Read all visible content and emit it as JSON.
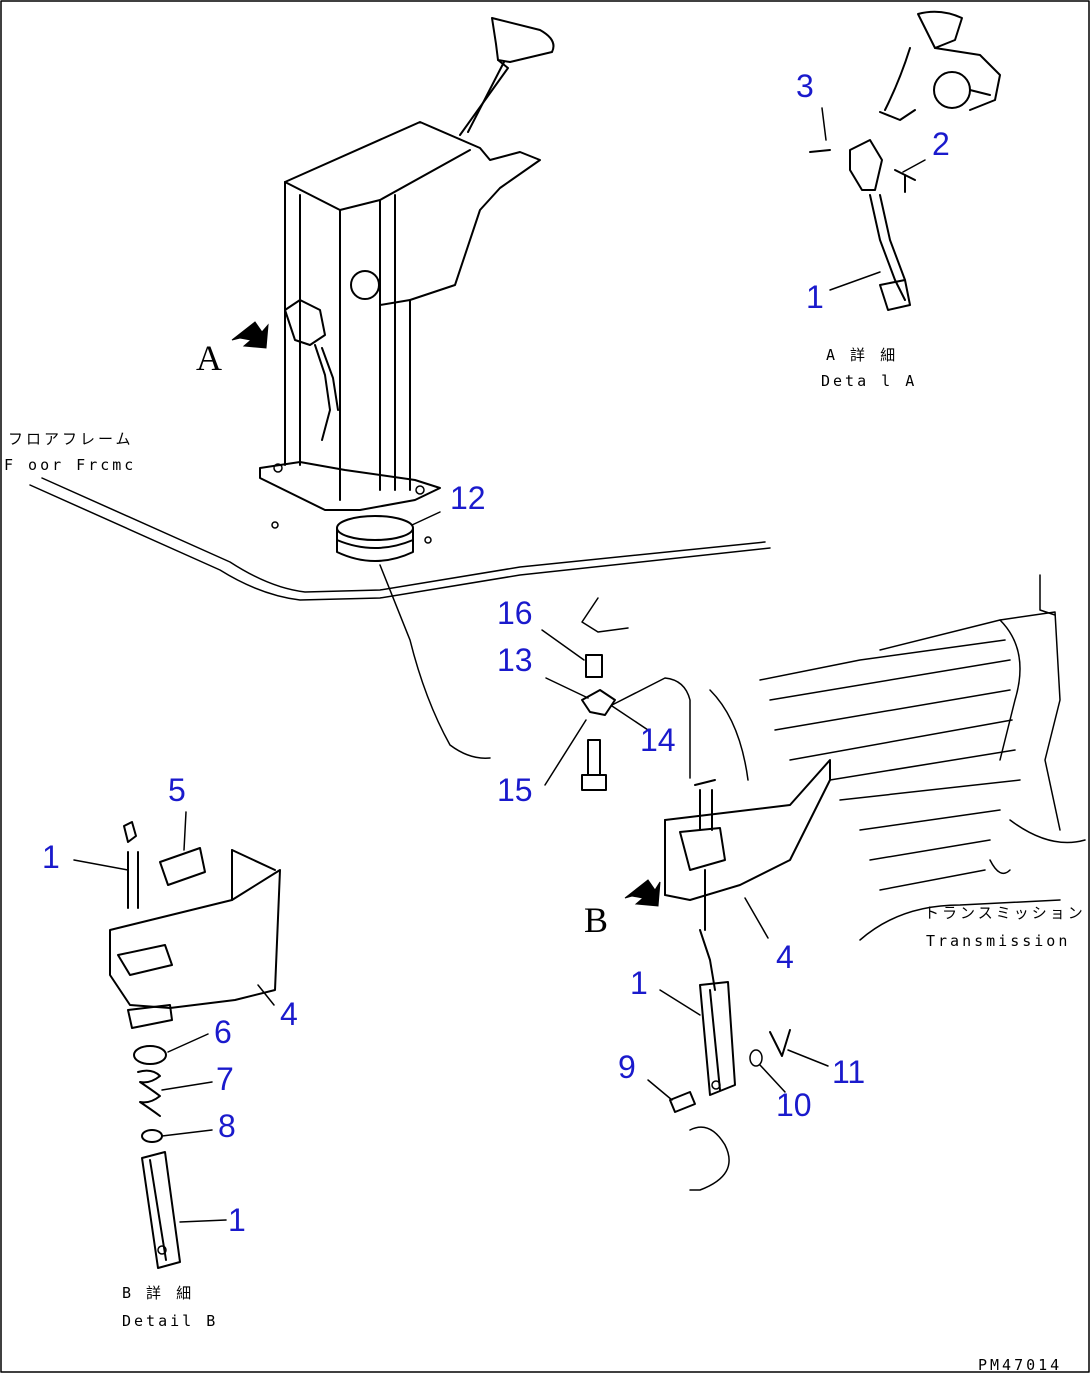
{
  "labels": {
    "view_a_marker": "A",
    "view_b_marker": "B",
    "floor_frame_jp": "フロアフレーム",
    "floor_frame_en": "F oor Frcmc",
    "detail_a_jp": "A 詳 細",
    "detail_a_en": "Deta l A",
    "detail_b_jp": "B 詳 細",
    "detail_b_en": "Detail B",
    "transmission_jp": "トランスミッション",
    "transmission_en": "Transmission",
    "drawing_code": "PM47014"
  },
  "callouts": [
    {
      "id": "c-1a",
      "text": "1"
    },
    {
      "id": "c-2a",
      "text": "2"
    },
    {
      "id": "c-3a",
      "text": "3"
    },
    {
      "id": "c-12",
      "text": "12"
    },
    {
      "id": "c-16",
      "text": "16"
    },
    {
      "id": "c-13",
      "text": "13"
    },
    {
      "id": "c-14",
      "text": "14"
    },
    {
      "id": "c-15",
      "text": "15"
    },
    {
      "id": "c-4r",
      "text": "4"
    },
    {
      "id": "c-1r",
      "text": "1"
    },
    {
      "id": "c-9",
      "text": "9"
    },
    {
      "id": "c-10",
      "text": "10"
    },
    {
      "id": "c-11",
      "text": "11"
    },
    {
      "id": "c-1b1",
      "text": "1"
    },
    {
      "id": "c-5",
      "text": "5"
    },
    {
      "id": "c-4b",
      "text": "4"
    },
    {
      "id": "c-6",
      "text": "6"
    },
    {
      "id": "c-7",
      "text": "7"
    },
    {
      "id": "c-8",
      "text": "8"
    },
    {
      "id": "c-1b2",
      "text": "1"
    }
  ],
  "colors": {
    "callout": "#1a1acc",
    "line": "#000000"
  }
}
